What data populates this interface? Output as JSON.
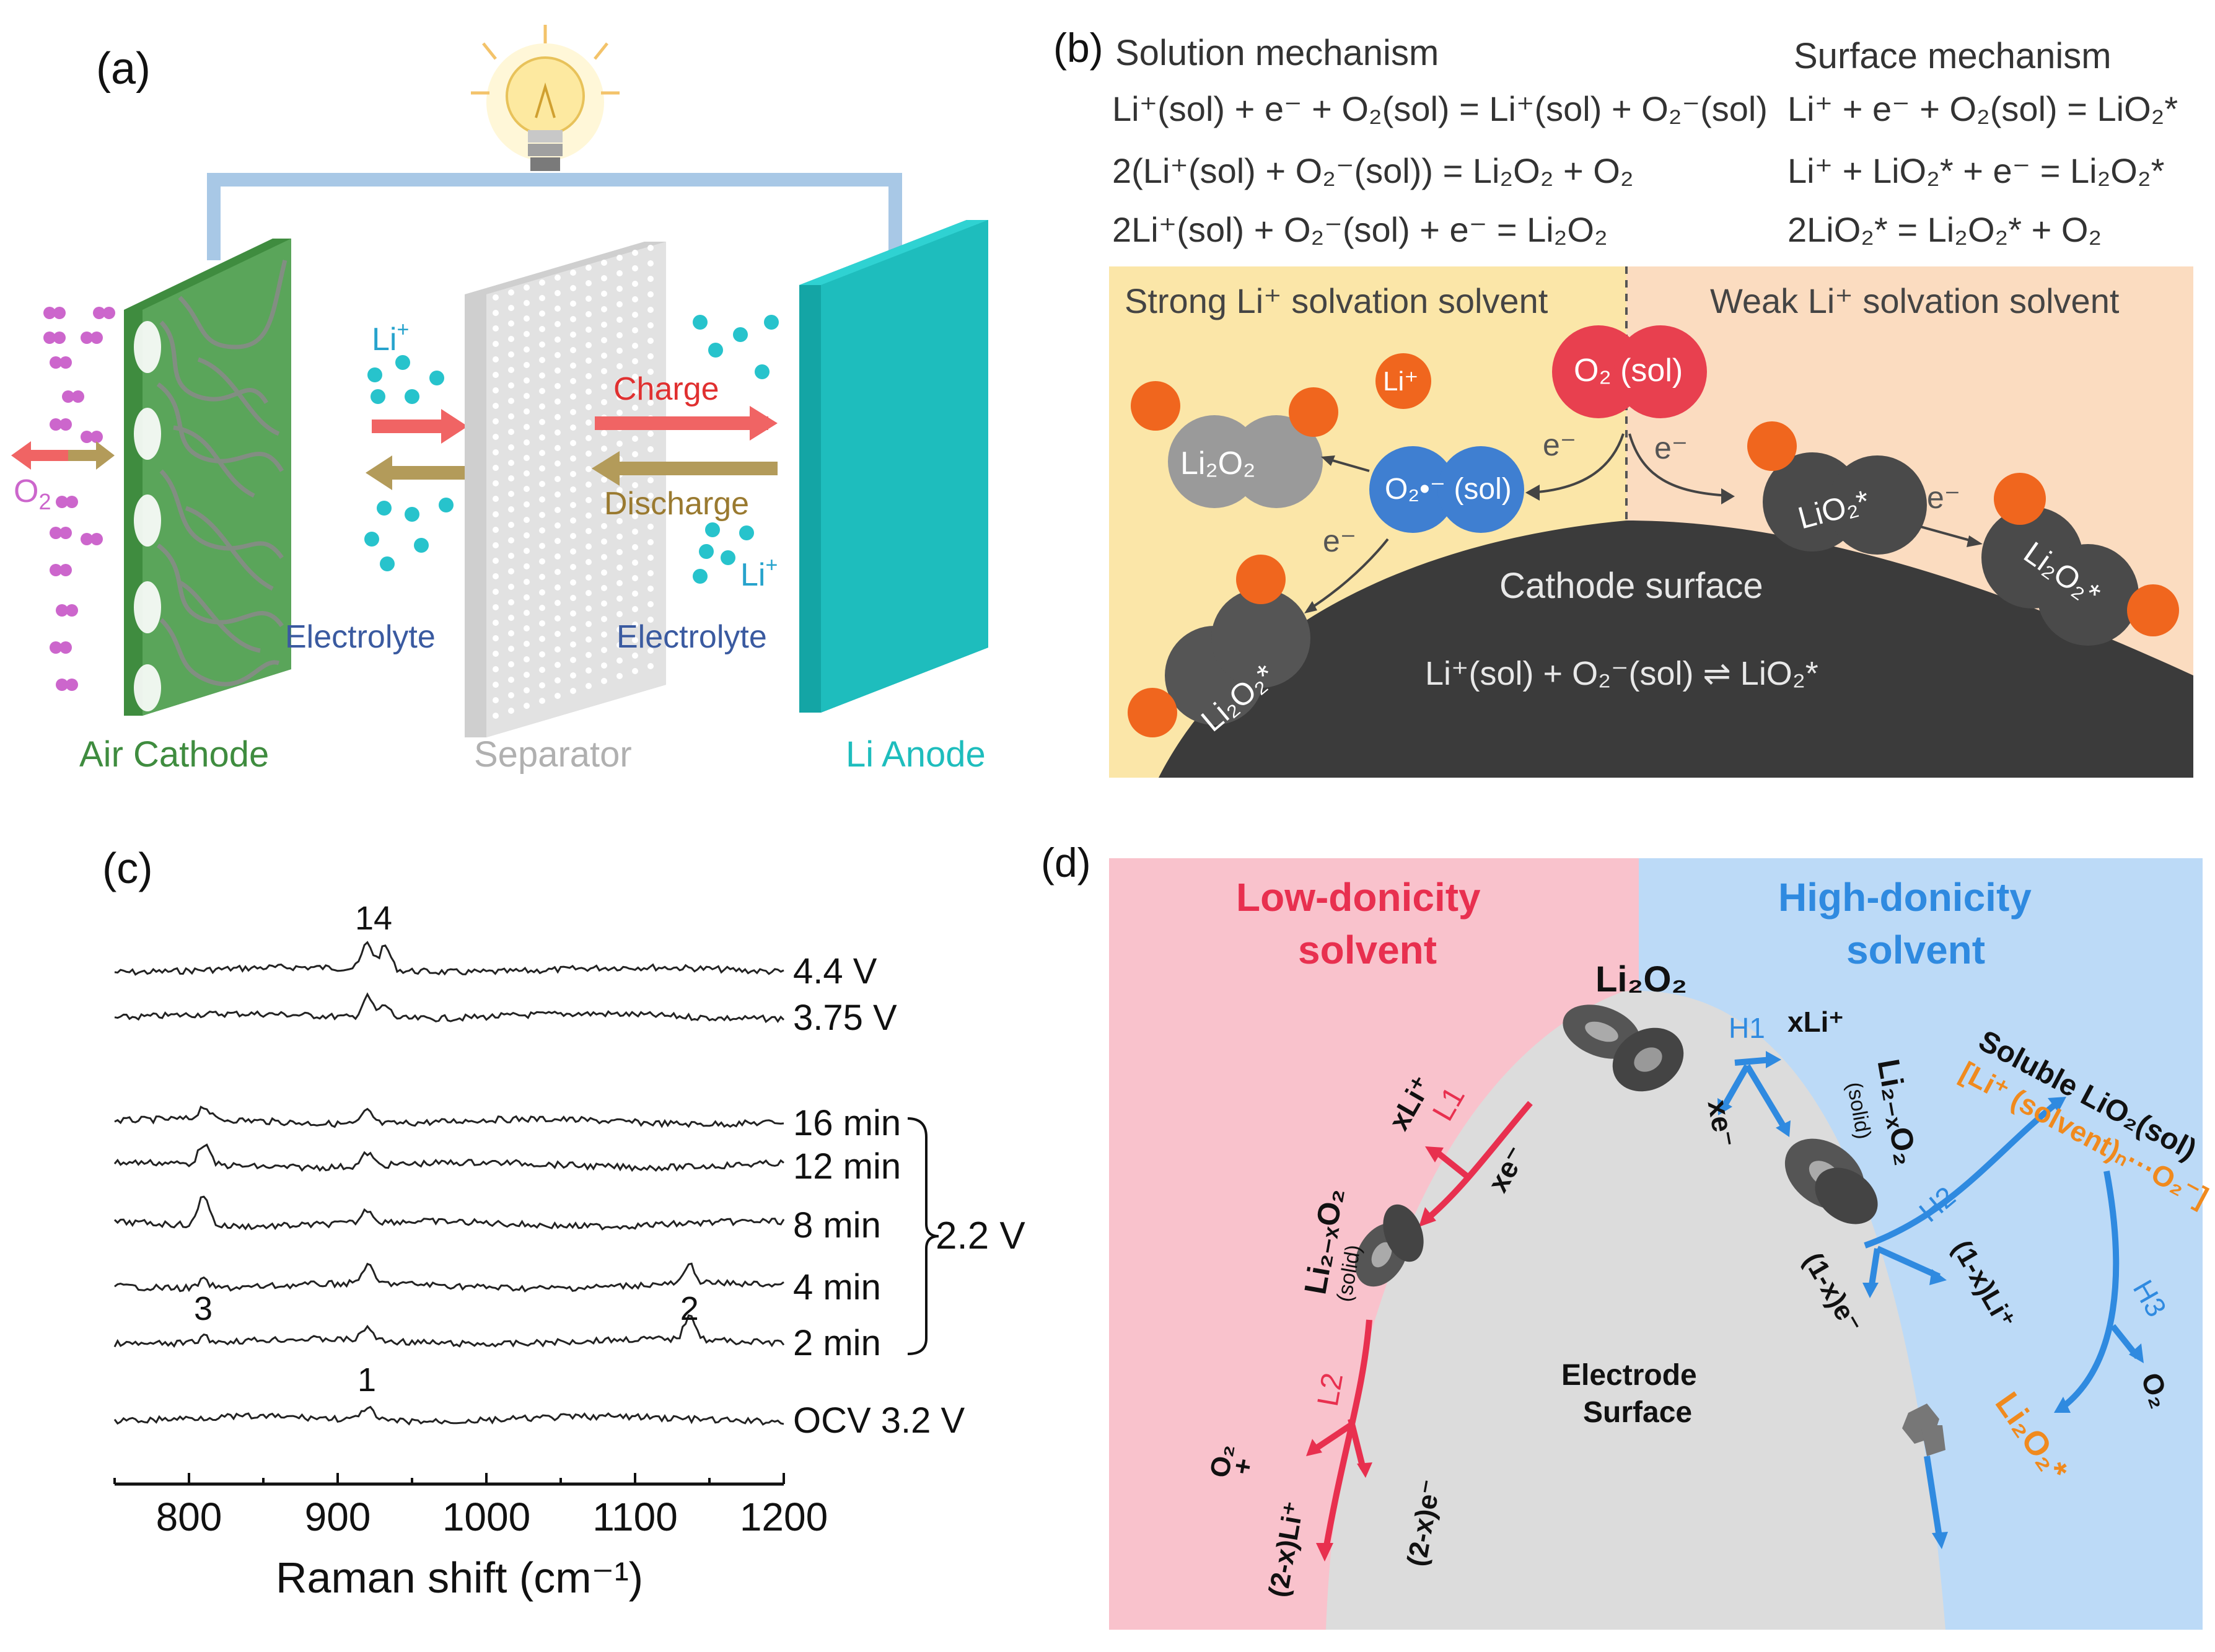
{
  "panels": {
    "a": {
      "label": "(a)",
      "labels": {
        "o2": "O",
        "o2_sub": "2",
        "li": "Li",
        "li_sup": "+",
        "charge": "Charge",
        "discharge": "Discharge",
        "electrolyte_left": "Electrolyte",
        "electrolyte_right": "Electrolyte",
        "air_cathode": "Air Cathode",
        "separator": "Separator",
        "li_anode": "Li Anode"
      },
      "colors": {
        "cathode": "#5aa55a",
        "anode": "#1ebdbd",
        "wire": "#a8c8e6",
        "li_ion": "#27c3cc",
        "o2": "#cc66cc",
        "charge_arrow": "#f06464",
        "discharge_arrow": "#b39b5a",
        "electrolyte_text": "#3a5aa0"
      }
    },
    "b": {
      "label": "(b)",
      "solution_title": "Solution mechanism",
      "surface_title": "Surface mechanism",
      "solution_eqs": [
        "Li⁺(sol) + e⁻ + O₂(sol) = Li⁺(sol) + O₂⁻(sol)",
        "2(Li⁺(sol) + O₂⁻(sol)) = Li₂O₂ + O₂",
        "2Li⁺(sol) + O₂⁻(sol) + e⁻ = Li₂O₂"
      ],
      "surface_eqs": [
        "Li⁺ + e⁻ + O₂(sol) = LiO₂*",
        "Li⁺ + LiO₂* + e⁻ = Li₂O₂*",
        "2LiO₂* = Li₂O₂* + O₂"
      ],
      "strong_label": "Strong Li⁺ solvation solvent",
      "weak_label": "Weak Li⁺ solvation solvent",
      "o2_sol": "O₂ (sol)",
      "li_plus": "Li⁺",
      "li2o2": "Li₂O₂",
      "o2_superoxide": "O₂•⁻ (sol)",
      "li2o2_star": "Li₂O₂*",
      "lio2_star": "LiO₂*",
      "electron": "e⁻",
      "cathode_surface": "Cathode surface",
      "equilibrium": "Li⁺(sol) + O₂⁻(sol) ⇌ LiO₂*",
      "colors": {
        "strong_bg": "#fbe6a8",
        "weak_bg": "#fbdcc0",
        "cathode": "#3b3b3b",
        "o2_red": "#e8404f",
        "superoxide_blue": "#3f7fd1",
        "orange": "#f0661e"
      }
    },
    "c": {
      "label": "(c)",
      "chart_data": {
        "type": "line",
        "xlabel": "Raman shift (cm⁻¹)",
        "xlim": [
          750,
          1200
        ],
        "xticks": [
          800,
          900,
          1000,
          1100,
          1200
        ],
        "series": [
          {
            "name": "4.4 V",
            "peaks": [
              [
                920,
                1.0
              ],
              [
                932,
                0.9
              ]
            ]
          },
          {
            "name": "3.75 V",
            "peaks": [
              [
                920,
                0.8
              ],
              [
                932,
                0.5
              ]
            ]
          },
          {
            "name": "16 min",
            "peaks": [
              [
                810,
                0.5
              ],
              [
                920,
                0.5
              ]
            ]
          },
          {
            "name": "12 min",
            "peaks": [
              [
                810,
                0.8
              ],
              [
                920,
                0.5
              ]
            ]
          },
          {
            "name": "8 min",
            "peaks": [
              [
                810,
                1.2
              ],
              [
                920,
                0.5
              ]
            ]
          },
          {
            "name": "4 min",
            "peaks": [
              [
                810,
                0.3
              ],
              [
                920,
                0.7
              ],
              [
                1137,
                0.7
              ]
            ]
          },
          {
            "name": "2 min",
            "peaks": [
              [
                810,
                0.2
              ],
              [
                920,
                0.5
              ],
              [
                1137,
                1.0
              ]
            ]
          },
          {
            "name": "OCV 3.2 V",
            "peaks": [
              [
                920,
                0.5
              ]
            ]
          }
        ],
        "group_label": "2.2 V",
        "peak_labels": [
          {
            "text": "14",
            "x": 925
          },
          {
            "text": "3",
            "x": 810
          },
          {
            "text": "2",
            "x": 1137
          },
          {
            "text": "1",
            "x": 920
          }
        ]
      }
    },
    "d": {
      "label": "(d)",
      "low_title_1": "Low-donicity",
      "low_title_2": "solvent",
      "high_title_1": "High-donicity",
      "high_title_2": "solvent",
      "li2o2": "Li₂O₂",
      "h1": "H1",
      "h2": "H2",
      "h3": "H3",
      "l1": "L1",
      "l2": "L2",
      "xli": "xLi⁺",
      "xe": "xe⁻",
      "li2xo2": "Li₂₋ₓO₂",
      "solid": "(solid)",
      "soluble": "Soluble LiO₂(sol)",
      "complex": "[Li⁺ (solvent)ₙ···O₂⁻]",
      "one_minus_x_li": "(1-x)Li⁺",
      "one_minus_x_e": "(1-x)e⁻",
      "o2": "O₂",
      "li2o2_star": "Li₂O₂*",
      "o2_plus": "O₂",
      "plus": "+",
      "two_minus_x_li": "(2-x)Li⁺",
      "two_minus_x_e": "(2-x)e⁻",
      "electrode_1": "Electrode",
      "electrode_2": "Surface",
      "colors": {
        "low_bg": "#f9c2cc",
        "high_bg": "#bcdaf7",
        "electrode": "#dcdcdc",
        "red": "#e8304f",
        "blue": "#2f8ae0",
        "orange": "#f08a1e"
      }
    }
  }
}
